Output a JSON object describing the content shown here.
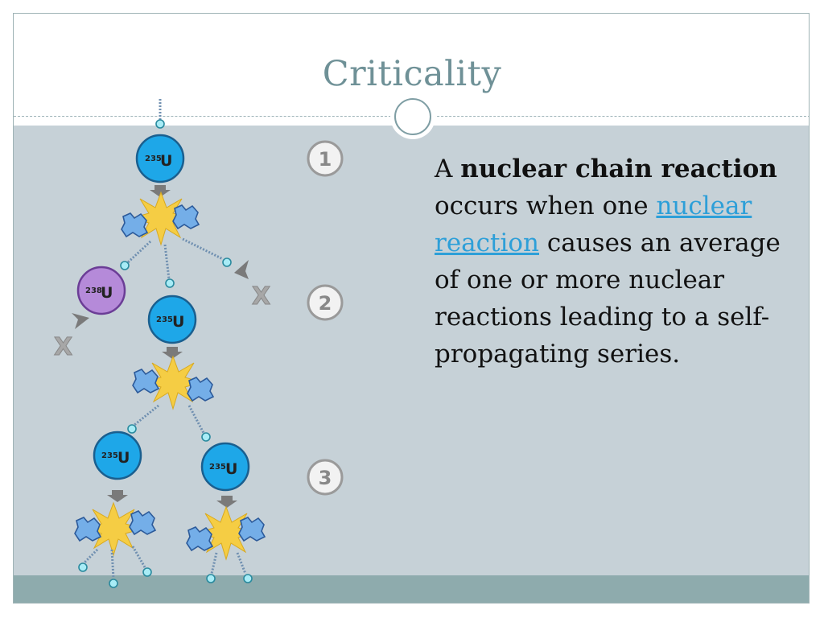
{
  "slide": {
    "title": "Criticality"
  },
  "body": {
    "seg1": "A ",
    "bold_term": "nuclear chain reaction",
    "seg2": " occurs when one ",
    "link_text": "nuclear reaction",
    "seg3": " causes an average of one or more nuclear reactions leading to a self-propagating series."
  },
  "diagram": {
    "steps": [
      "1",
      "2",
      "3"
    ],
    "nuclei": {
      "u235": {
        "mass": "235",
        "symbol": "U"
      },
      "u238": {
        "mass": "238",
        "symbol": "U"
      }
    },
    "terminated": "X"
  },
  "colors": {
    "title": "#6f9197",
    "content_bg": "#c6d1d7",
    "footer_bar": "#8eabad",
    "link": "#2d9fd8",
    "u235": "#1ea7e8",
    "u238": "#b58ad9",
    "burst": "#f5cd44",
    "fragment": "#74aee8"
  }
}
